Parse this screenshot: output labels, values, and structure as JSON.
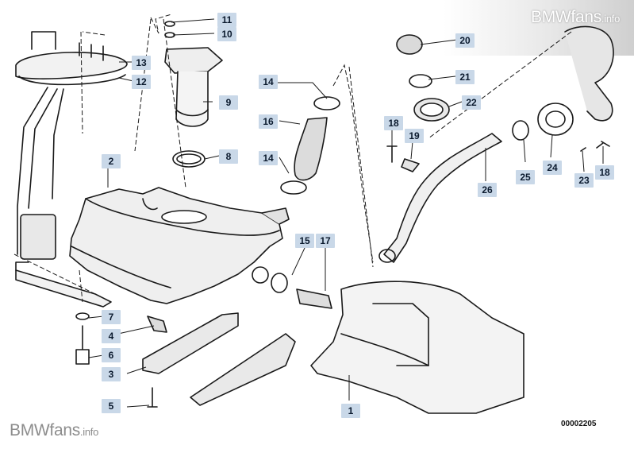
{
  "watermark": {
    "top": {
      "main": "BMWfans",
      "suffix": ".info"
    },
    "bottom": {
      "main": "BMWfans",
      "suffix": ".info"
    }
  },
  "diagram_id": "00002205",
  "callouts": [
    "11",
    "10",
    "13",
    "12",
    "9",
    "8",
    "2",
    "14",
    "16",
    "14",
    "15",
    "17",
    "20",
    "21",
    "22",
    "18",
    "19",
    "25",
    "24",
    "23",
    "18",
    "26",
    "7",
    "4",
    "6",
    "3",
    "5",
    "1"
  ]
}
